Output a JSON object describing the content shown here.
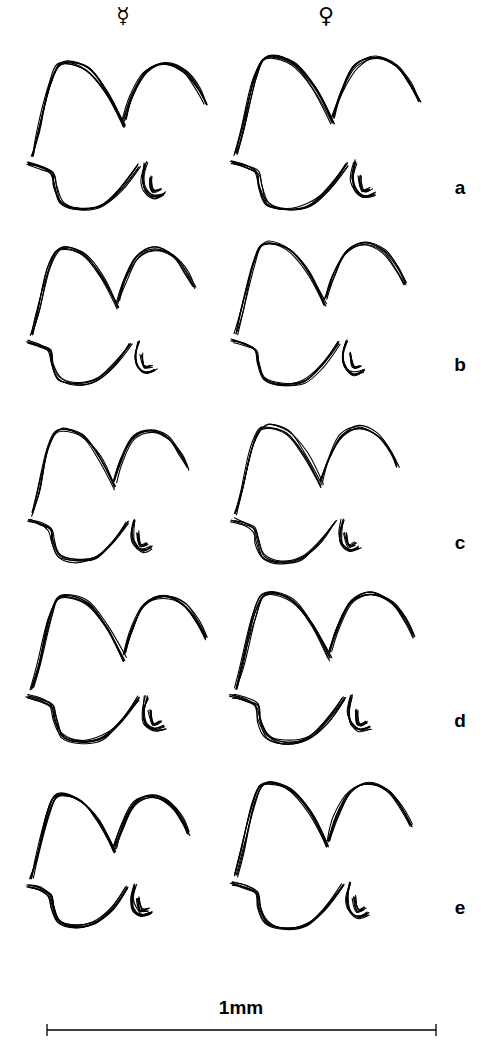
{
  "diagram": {
    "labels": [
      "☿",
      "♀",
      "a",
      "b",
      "c",
      "d",
      "e",
      "1mm"
    ]
  }
}
